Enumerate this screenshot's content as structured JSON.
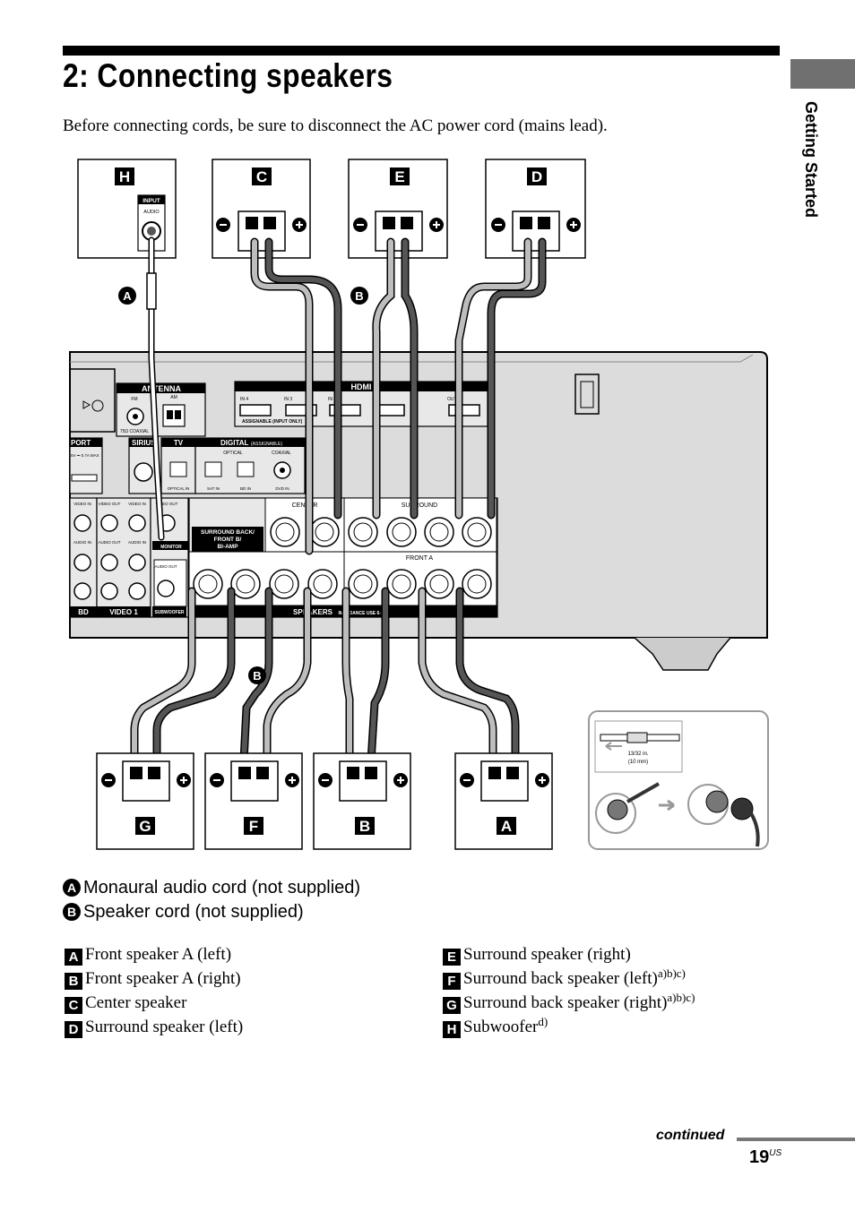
{
  "page": {
    "title": "2: Connecting speakers",
    "section_tab": "Getting Started",
    "intro": "Before connecting cords, be sure to disconnect the AC power cord (mains lead).",
    "continued": "continued",
    "page_number": "19",
    "page_suffix": "US"
  },
  "diagram": {
    "top_speaker_letters": [
      "H",
      "C",
      "E",
      "D"
    ],
    "bottom_speaker_letters": [
      "G",
      "F",
      "B",
      "A"
    ],
    "cord_markers": [
      "A",
      "B",
      "B"
    ],
    "input_label": "INPUT",
    "audio_label": "AUDIO",
    "hdmi_title": "HDMI",
    "hdmi_inputs": [
      "IN 4",
      "IN 3",
      "IN 2",
      "IN 1",
      "OUT"
    ],
    "hdmi_assignable": "ASSIGNABLE (INPUT ONLY)",
    "antenna_label": "ANTENNA",
    "fm_label": "FM",
    "am_label": "AM",
    "coaxial_75": "75Ω COAXIAL",
    "port_label": "PORT",
    "port_spec": "5V ⎓ 0.7A MAX",
    "sirius_label": "SIRIUS",
    "tv_label": "TV",
    "digital_label": "DIGITAL",
    "digital_assignable": "(ASSIGNABLE)",
    "optical_label": "OPTICAL",
    "coaxial_label": "COAXIAL",
    "optical_in": "OPTICAL IN",
    "sat_in": "SAT IN",
    "bd_in": "BD IN",
    "dvd_in": "DVD IN",
    "center_label": "CENTER",
    "surround_label": "SURROUND",
    "front_a_label": "FRONT A",
    "surround_back_label": [
      "SURROUND BACK/",
      "FRONT B/",
      "BI-AMP"
    ],
    "speakers_label": "SPEAKERS",
    "impedance_label": "IMPEDANCE USE 6-16Ω",
    "bd_label": "BD",
    "video1_label": "VIDEO 1",
    "subwoofer_label": "SUBWOOFER",
    "monitor_label": "MONITOR",
    "video_in": "VIDEO IN",
    "video_out": "VIDEO OUT",
    "audio_in": "AUDIO IN",
    "audio_out": "AUDIO OUT",
    "strip_fraction": "13/32 in.",
    "strip_mm": "(10 mm)"
  },
  "legend_cords": [
    {
      "marker": "A",
      "text": "Monaural audio cord (not supplied)"
    },
    {
      "marker": "B",
      "text": "Speaker cord (not supplied)"
    }
  ],
  "legend_left": [
    {
      "marker": "A",
      "text": "Front speaker A (left)",
      "note": ""
    },
    {
      "marker": "B",
      "text": "Front speaker A (right)",
      "note": ""
    },
    {
      "marker": "C",
      "text": "Center speaker",
      "note": ""
    },
    {
      "marker": "D",
      "text": "Surround speaker (left)",
      "note": ""
    }
  ],
  "legend_right": [
    {
      "marker": "E",
      "text": "Surround speaker (right)",
      "note": ""
    },
    {
      "marker": "F",
      "text": "Surround back speaker (left)",
      "note": "a)b)c)"
    },
    {
      "marker": "G",
      "text": "Surround back speaker (right)",
      "note": "a)b)c)"
    },
    {
      "marker": "H",
      "text": "Subwoofer",
      "note": "d)"
    }
  ],
  "colors": {
    "panel": "#dcdcdc",
    "cord_dark": "#555555",
    "cord_light": "#bdbdbd",
    "ink": "#000000"
  }
}
